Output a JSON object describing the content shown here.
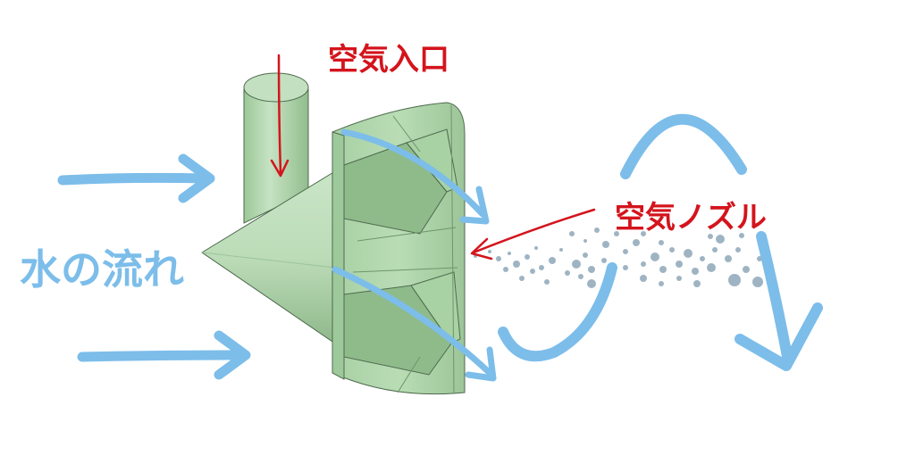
{
  "labels": {
    "air_inlet": "空気入口",
    "air_nozzle": "空気ノズル",
    "water_flow": "水の流れ"
  },
  "colors": {
    "water_arrow": "#7cbdea",
    "annotation": "#d4141c",
    "body_light": "#bfe0bd",
    "body_mid": "#a3cc9f",
    "body_dark": "#86b282",
    "bubble": "#8ea7b8"
  }
}
